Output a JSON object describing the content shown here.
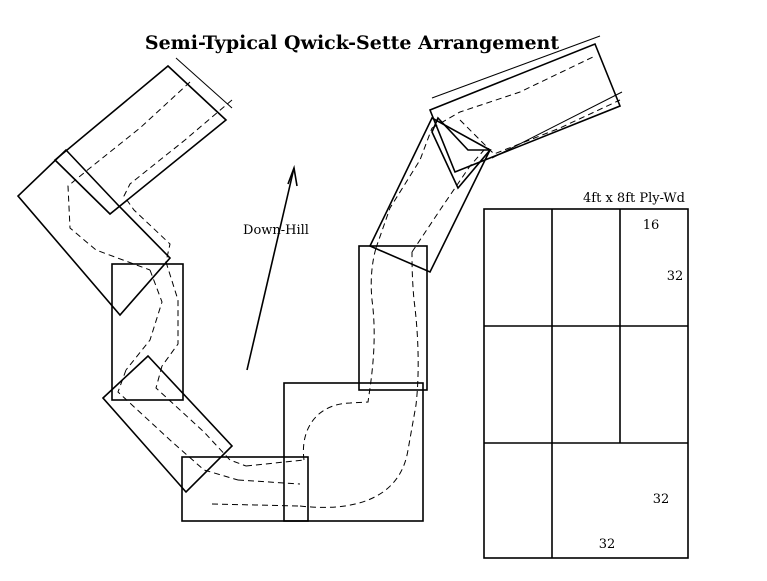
{
  "title": "Semi-Typical Qwick-Sette Arrangement",
  "direction_label": "Down-Hill",
  "plywood": {
    "label": "4ft x 8ft Ply-Wd",
    "dimensions": [
      "16",
      "32",
      "32",
      "32"
    ]
  }
}
